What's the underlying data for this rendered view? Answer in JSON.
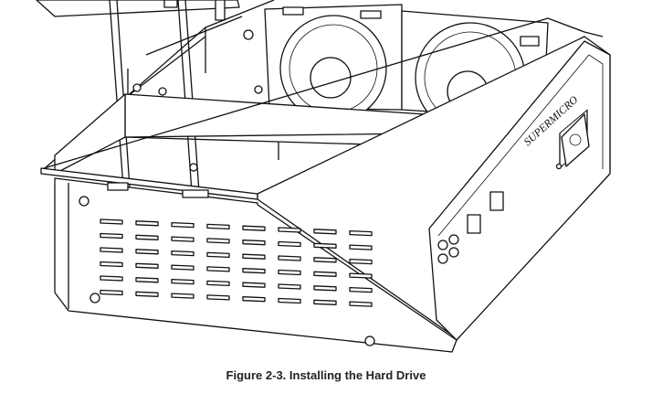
{
  "figure": {
    "caption": "Figure 2-3. Installing the Hard Drive",
    "brand_logo": "SUPERMICRO",
    "vent_grid": {
      "columns": 8,
      "rows": 6
    }
  }
}
